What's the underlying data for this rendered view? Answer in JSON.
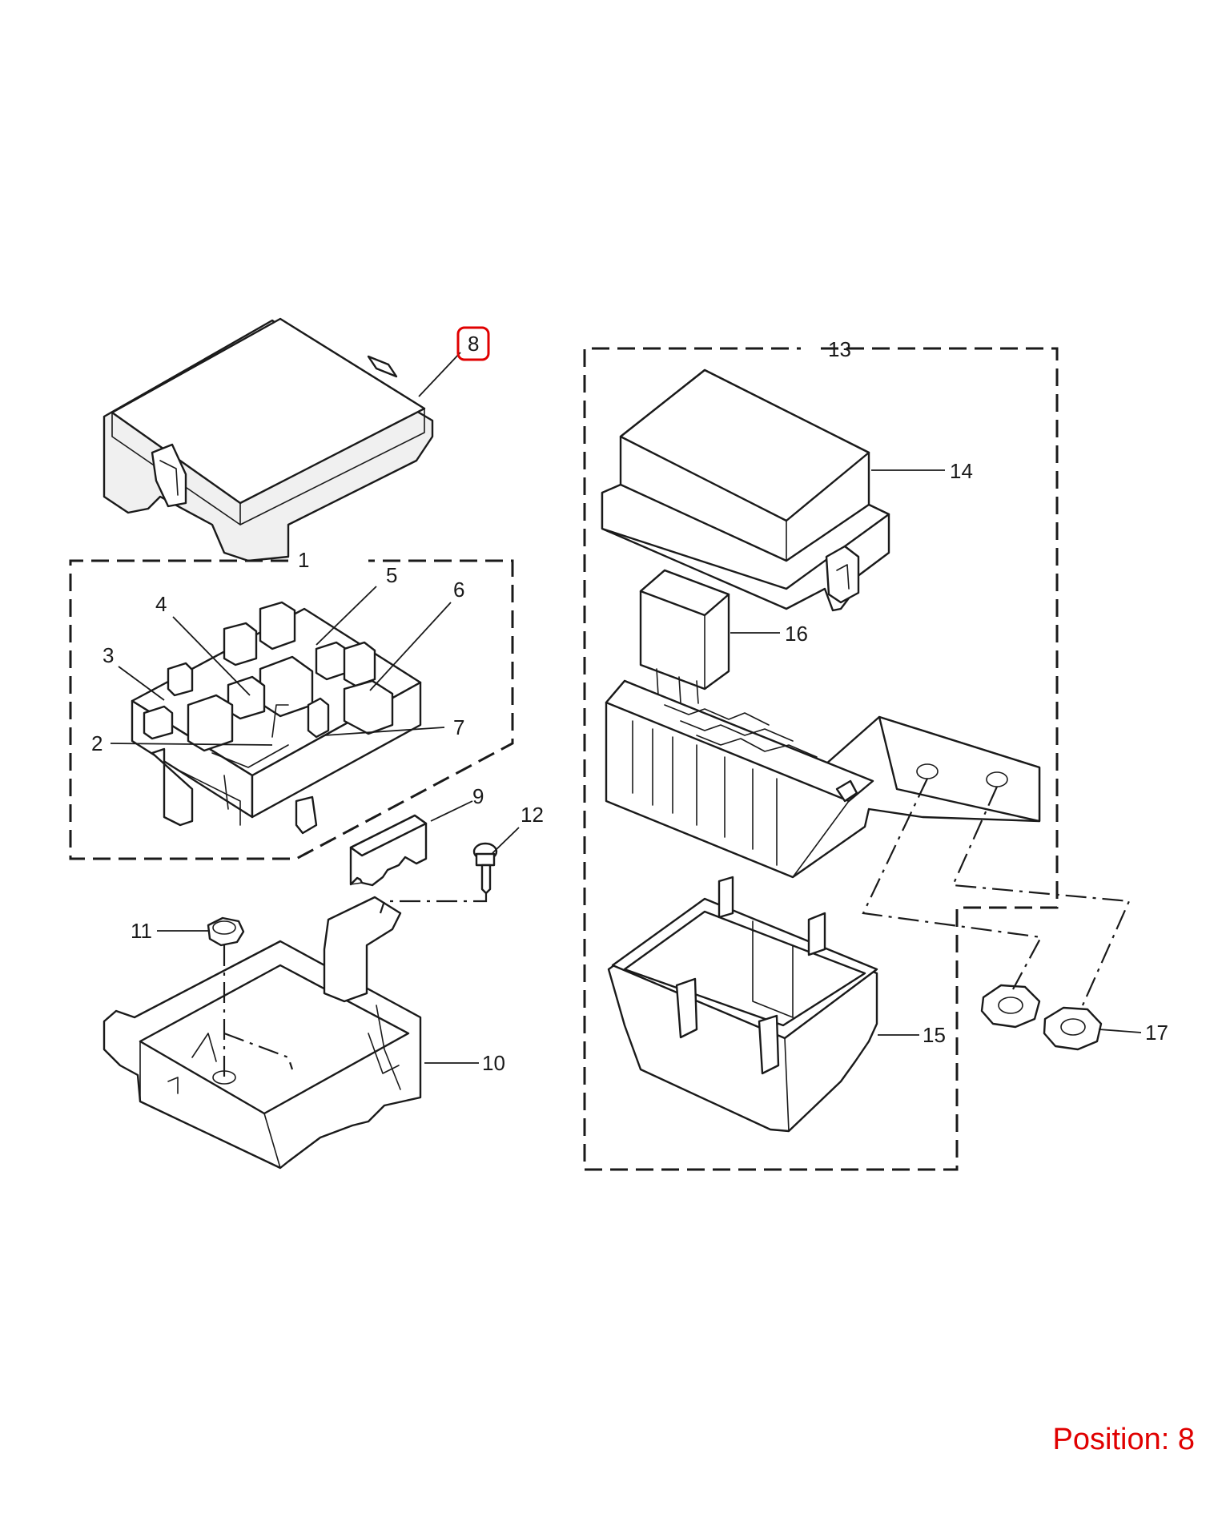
{
  "diagram": {
    "highlight_color": "#e00000",
    "line_color": "#1a1a1a",
    "callouts": [
      {
        "id": "c1",
        "label": "1"
      },
      {
        "id": "c2",
        "label": "2"
      },
      {
        "id": "c3",
        "label": "3"
      },
      {
        "id": "c4",
        "label": "4"
      },
      {
        "id": "c5",
        "label": "5"
      },
      {
        "id": "c6",
        "label": "6"
      },
      {
        "id": "c7",
        "label": "7"
      },
      {
        "id": "c8",
        "label": "8",
        "highlighted": true
      },
      {
        "id": "c9",
        "label": "9"
      },
      {
        "id": "c10",
        "label": "10"
      },
      {
        "id": "c11",
        "label": "11"
      },
      {
        "id": "c12",
        "label": "12"
      },
      {
        "id": "c13",
        "label": "13"
      },
      {
        "id": "c14",
        "label": "14"
      },
      {
        "id": "c15",
        "label": "15"
      },
      {
        "id": "c16",
        "label": "16"
      },
      {
        "id": "c17",
        "label": "17"
      }
    ]
  },
  "position_label": "Position: 8"
}
